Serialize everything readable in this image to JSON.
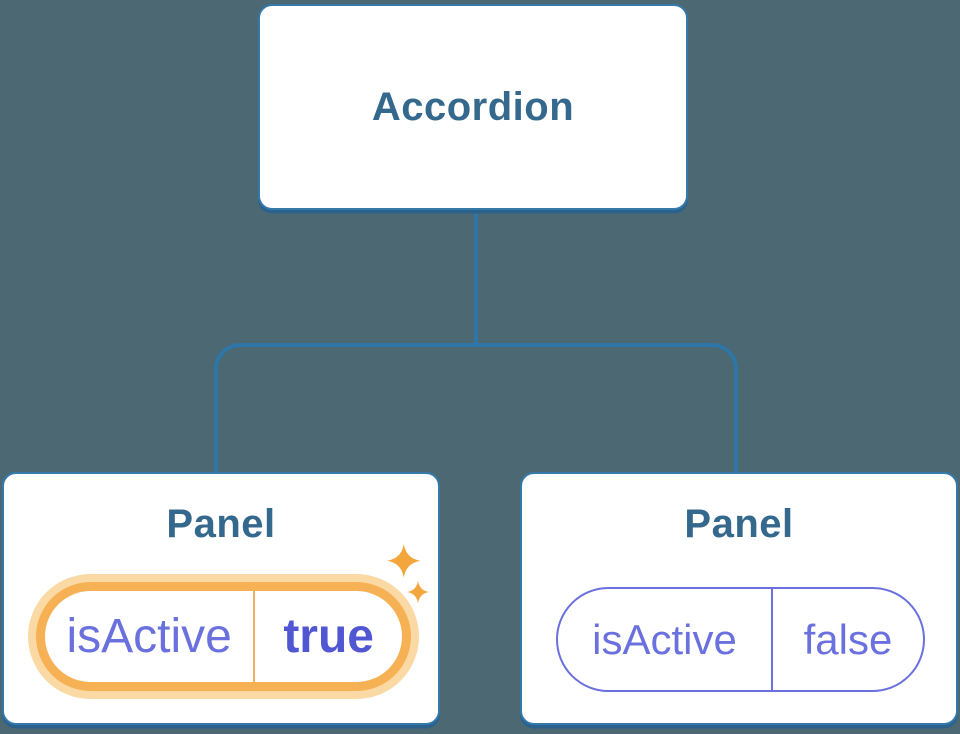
{
  "tree": {
    "root": {
      "label": "Accordion"
    },
    "children": [
      {
        "title": "Panel",
        "state": {
          "name": "isActive",
          "value": "true",
          "highlighted": true
        },
        "decoration": "sparkle-icon"
      },
      {
        "title": "Panel",
        "state": {
          "name": "isActive",
          "value": "false",
          "highlighted": false
        }
      }
    ]
  },
  "colors": {
    "background": "#4c6873",
    "node_border": "#3579ab",
    "node_shadow": "#2b618d",
    "label_text": "#34688d",
    "connector": "#2e75a8",
    "state_text": "#6a71de",
    "state_value": "#5157d2",
    "state_border": "#6a70dd",
    "active_border": "#f7b155",
    "active_glow": "#fbd9a4",
    "active_divider": "#eeb25f",
    "sparkle": "#f3a63c"
  }
}
